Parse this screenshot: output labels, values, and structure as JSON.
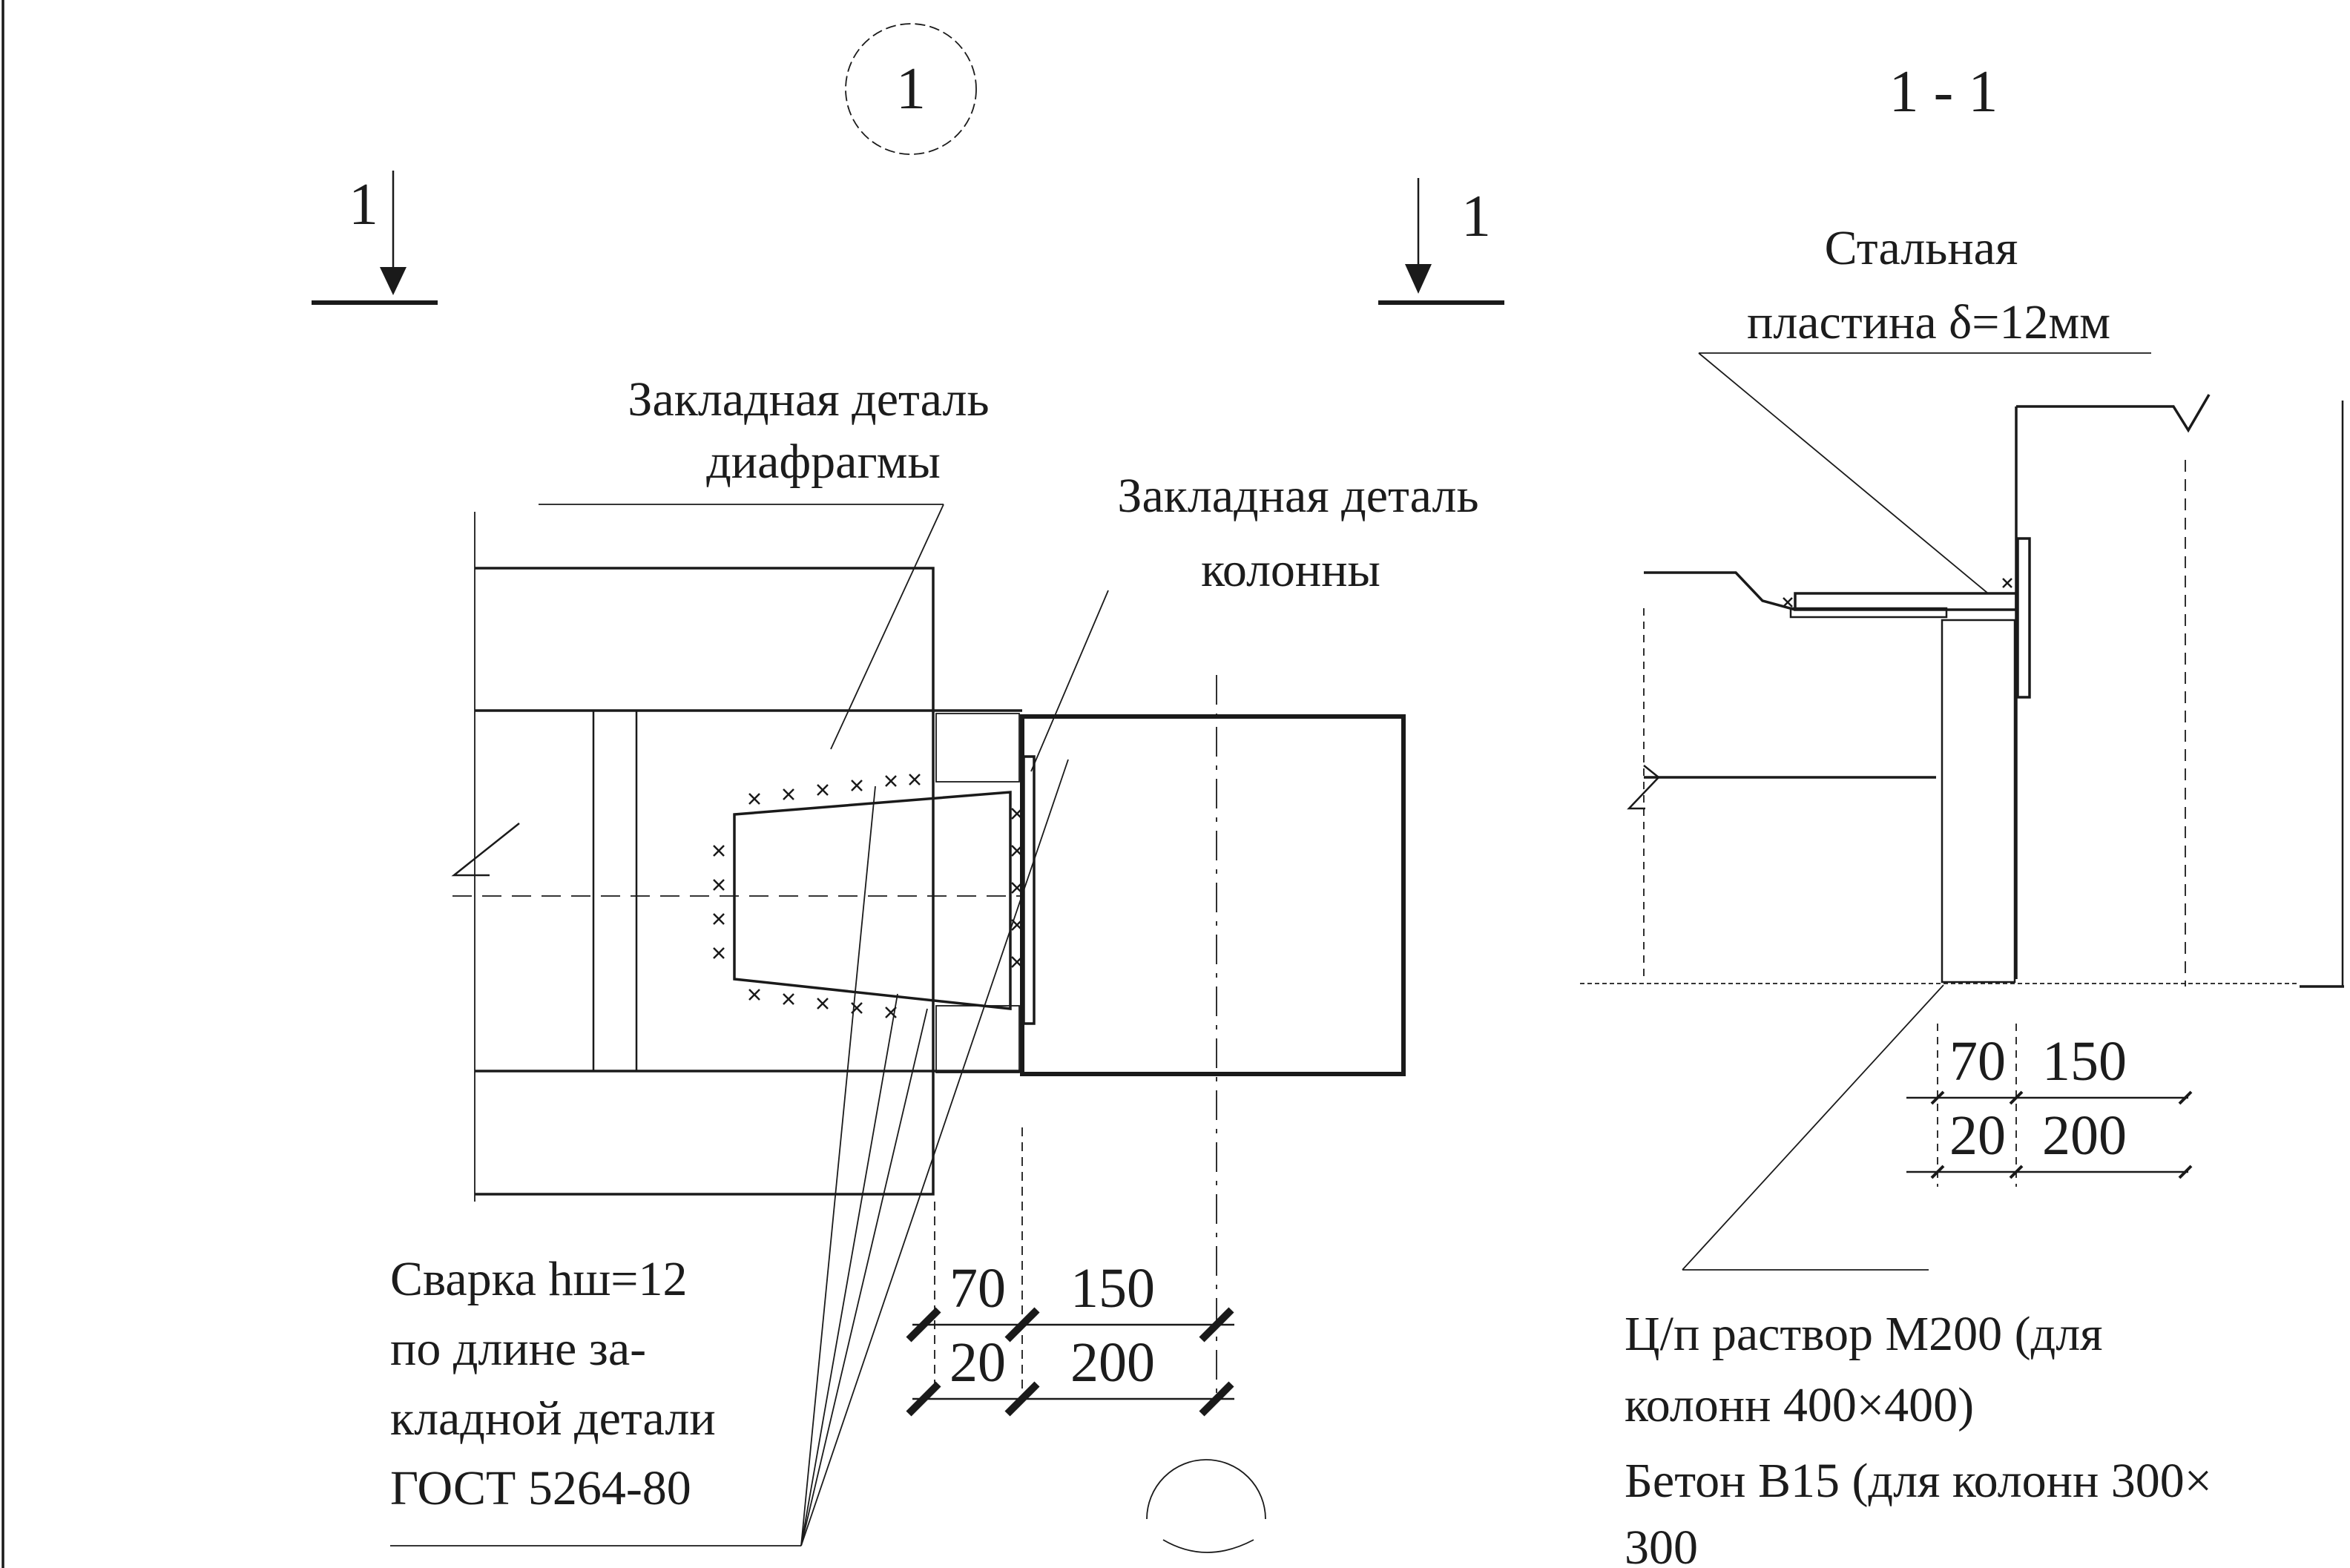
{
  "node_marker": "1",
  "section_title": "1 - 1",
  "section_mark": "1",
  "labels": {
    "diaphragm_part_line1": "Закладная деталь",
    "diaphragm_part_line2": "диафрагмы",
    "column_part_line1": "Закладная деталь",
    "column_part_line2": "колонны",
    "steel_plate_line1": "Стальная",
    "steel_plate_line2": "пластина δ=12мм",
    "weld_line1": "Сварка hш=12",
    "weld_line2": "по длине за-",
    "weld_line3": "кладной детали",
    "weld_line4": "ГОСТ 5264-80",
    "mortar_line1": "Ц/п раствор М200 (для",
    "mortar_line2": "колонн 400×400)",
    "concrete_line1": "Бетон В15 (для колонн 300×",
    "concrete_line2": "300"
  },
  "dimensions": {
    "left_top": [
      "70",
      "150"
    ],
    "left_bottom": [
      "20",
      "200"
    ],
    "right_top": [
      "70",
      "150"
    ],
    "right_bottom": [
      "20",
      "200"
    ]
  },
  "colors": {
    "ink": "#1a1a1a",
    "paper": "#ffffff"
  }
}
